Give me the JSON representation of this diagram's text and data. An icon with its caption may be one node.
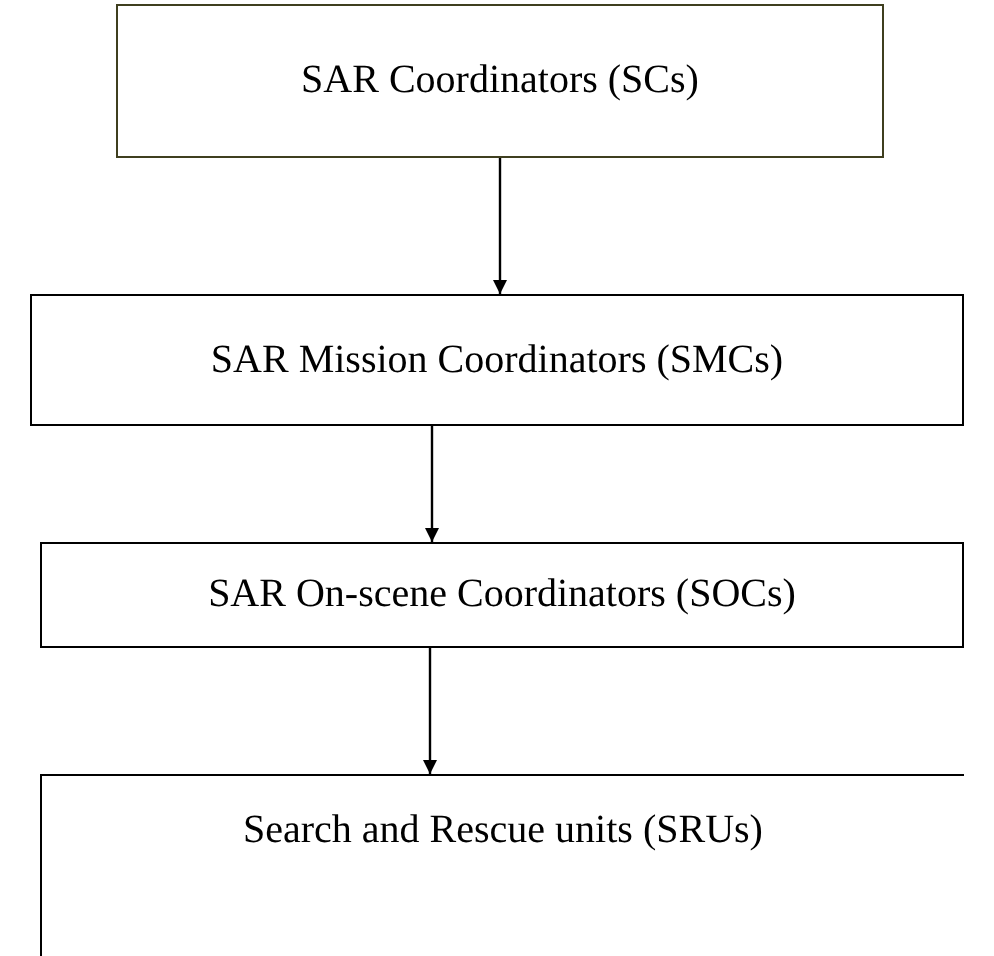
{
  "diagram": {
    "nodes": [
      {
        "text": [
          "SAR Coordinators (SCs)"
        ]
      },
      {
        "text": [
          "SAR Mission Coordinators (SMCs)"
        ]
      },
      {
        "text": [
          "SAR On-scene Coordinators (SOCs)"
        ]
      },
      {
        "text": [
          "Search and Rescue units (SRUs)"
        ]
      }
    ],
    "edges": [
      {
        "from": 0,
        "to": 1,
        "arrow": "to"
      },
      {
        "from": 1,
        "to": 2,
        "arrow": "to"
      },
      {
        "from": 2,
        "to": 3,
        "arrow": "to"
      }
    ]
  }
}
